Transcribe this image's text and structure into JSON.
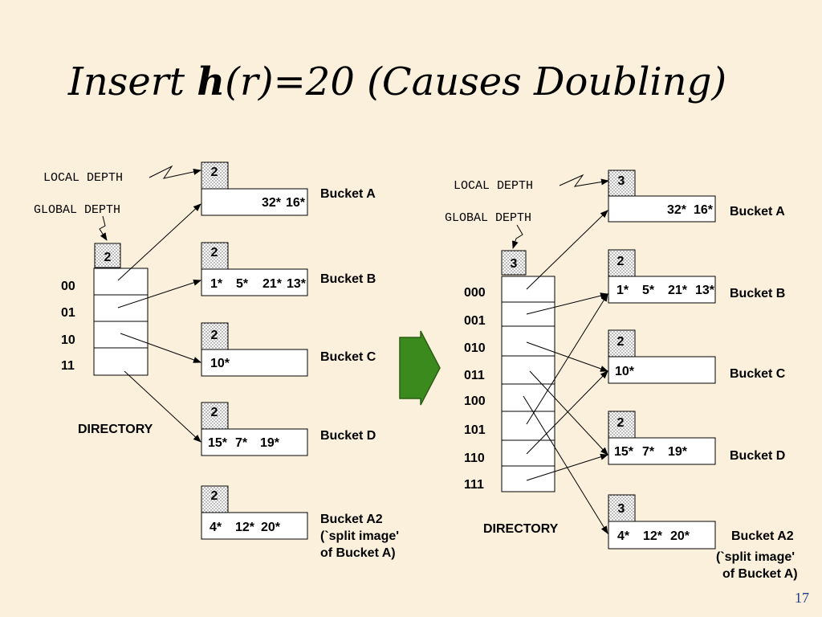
{
  "title": {
    "pre": "Insert ",
    "bold": "h",
    "mid": "(r)=",
    "post": "20 (Causes Doubling)"
  },
  "slide_number": "17",
  "colors": {
    "background": "#fbf0dc",
    "arrow_fill": "#3b8a1e",
    "depth_fill": "dotted-gray"
  },
  "left": {
    "local_depth_label": "LOCAL DEPTH",
    "global_depth_label": "GLOBAL DEPTH",
    "global_depth": "2",
    "directory_label": "DIRECTORY",
    "directory_entries": [
      "00",
      "01",
      "10",
      "11"
    ],
    "buckets": [
      {
        "depth": "2",
        "entries": [
          "32*",
          "16*"
        ],
        "name": [
          "Bucket A"
        ]
      },
      {
        "depth": "2",
        "entries": [
          "1*",
          "5*",
          "21*",
          "13*"
        ],
        "name": [
          "Bucket B"
        ]
      },
      {
        "depth": "2",
        "entries": [
          "10*"
        ],
        "name": [
          "Bucket C"
        ]
      },
      {
        "depth": "2",
        "entries": [
          "15*",
          "7*",
          "19*"
        ],
        "name": [
          "Bucket D"
        ]
      },
      {
        "depth": "2",
        "entries": [
          "4*",
          "12*",
          "20*"
        ],
        "name": [
          "Bucket A2",
          "(`split image'",
          "of Bucket A)"
        ]
      }
    ]
  },
  "right": {
    "local_depth_label": "LOCAL DEPTH",
    "global_depth_label": "GLOBAL DEPTH",
    "global_depth": "3",
    "directory_label": "DIRECTORY",
    "directory_entries": [
      "000",
      "001",
      "010",
      "011",
      "100",
      "101",
      "110",
      "111"
    ],
    "buckets": [
      {
        "depth": "3",
        "entries": [
          "32*",
          "16*"
        ],
        "name": [
          "Bucket A"
        ]
      },
      {
        "depth": "2",
        "entries": [
          "1*",
          "5*",
          "21*",
          "13*"
        ],
        "name": [
          "Bucket B"
        ]
      },
      {
        "depth": "2",
        "entries": [
          "10*"
        ],
        "name": [
          "Bucket C"
        ]
      },
      {
        "depth": "2",
        "entries": [
          "15*",
          "7*",
          "19*"
        ],
        "name": [
          "Bucket D"
        ]
      },
      {
        "depth": "3",
        "entries": [
          "4*",
          "12*",
          "20*"
        ],
        "name": [
          "Bucket A2",
          "(`split image'",
          "of Bucket A)"
        ]
      }
    ]
  }
}
